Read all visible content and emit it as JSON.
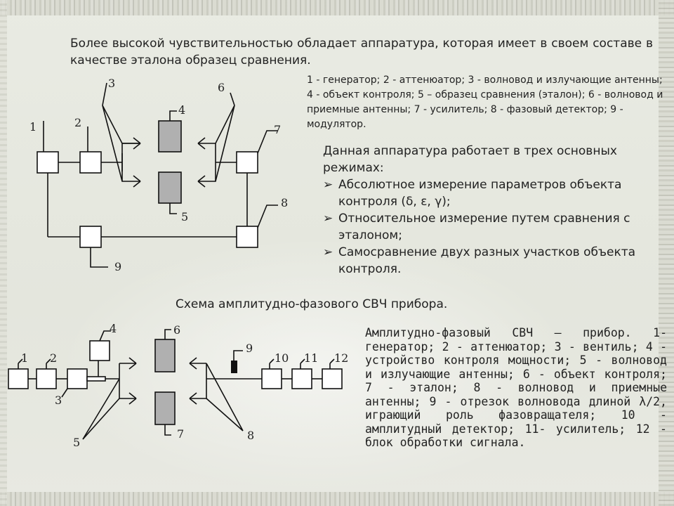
{
  "intro": "Более высокой чувствительностью обладает аппаратура, которая имеет в своем составе в качестве эталона образец сравнения.",
  "diagram1": {
    "legend": "1 - генератор; 2 - аттенюатор; 3 - волновод и излучающие антенны; 4 - объект контроля; 5 – образец сравнения (эталон); 6 - волновод и приемные антенны; 7 - усилитель; 8 - фазовый детектор; 9 - модулятор.",
    "labels": [
      "1",
      "2",
      "3",
      "4",
      "5",
      "6",
      "7",
      "8",
      "9"
    ]
  },
  "modes": {
    "heading": "Данная аппаратура работает в трех основных режимах:",
    "bullet_symbol": "➢",
    "items": [
      "Абсолютное измерение параметров объекта контроля (δ, ε, γ);",
      "Относительное измерение путем сравнения с эталоном;",
      "Самосравнение двух разных участков объекта контроля."
    ]
  },
  "diagram2": {
    "caption": "Схема амплитудно-фазового СВЧ прибора.",
    "legend": "Амплитудно-фазовый СВЧ – прибор. 1- генератор; 2 - аттенюатор; 3 - вентиль; 4 - устройство контроля мощности; 5 - волновод и излучающие антенны; 6 - объект контроля; 7 - эталон; 8 - волновод и приемные антенны; 9 - отрезок волновода длиной λ/2, играющий роль фазовращателя; 10 - амплитудный детектор; 11- усилитель; 12 - блок обработки сигнала.",
    "labels": [
      "1",
      "2",
      "3",
      "4",
      "5",
      "6",
      "7",
      "8",
      "9",
      "10",
      "11",
      "12"
    ]
  },
  "colors": {
    "background": "#e6e8e0",
    "sample_fill": "#b0b0b0",
    "line": "#111111"
  }
}
